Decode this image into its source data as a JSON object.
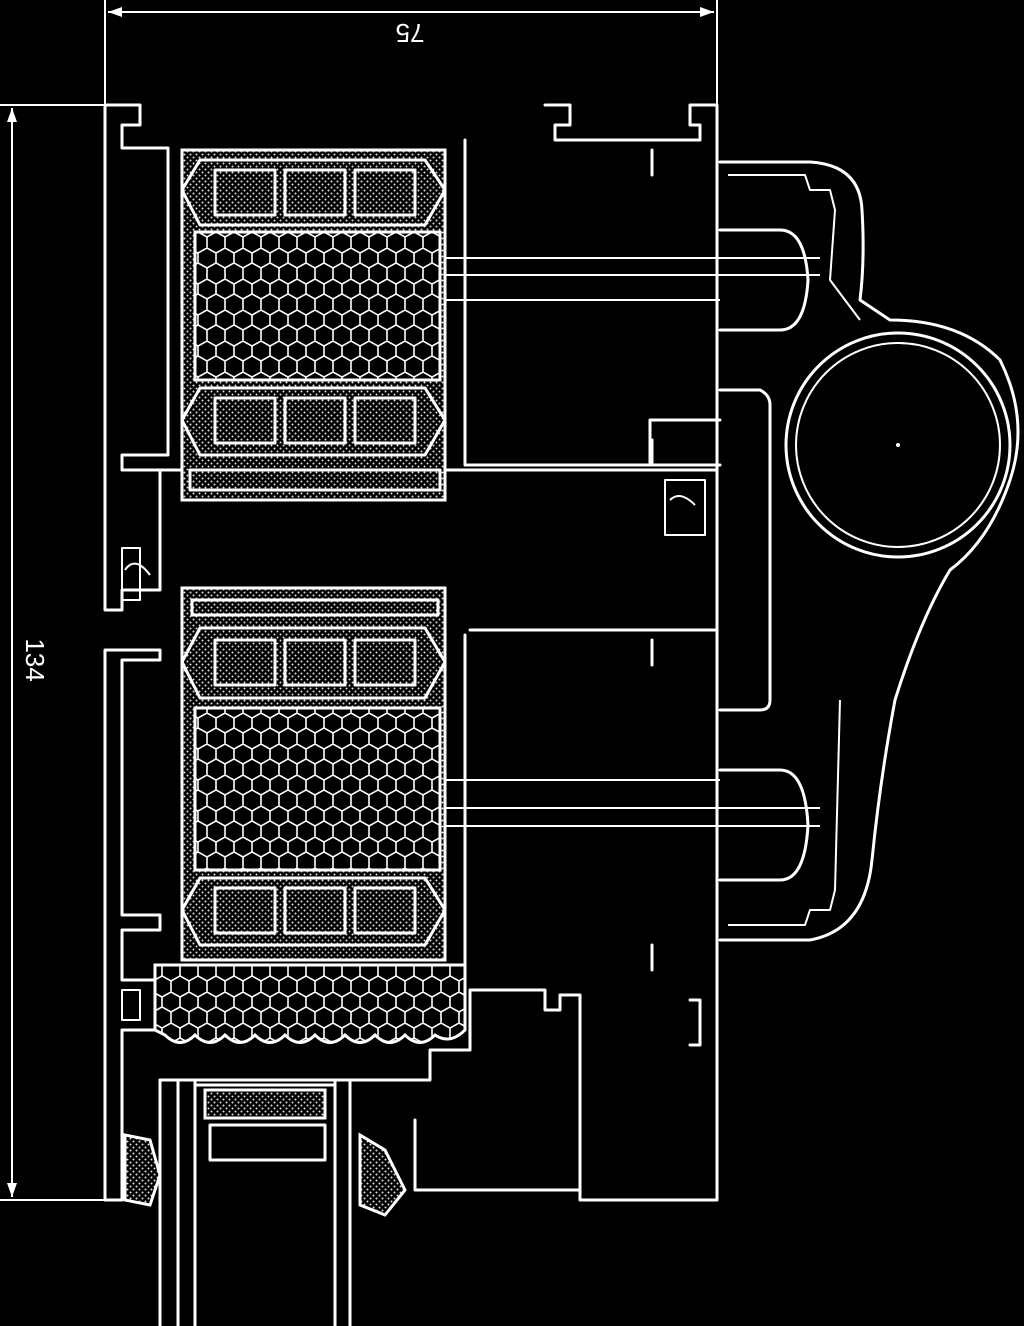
{
  "diagram": {
    "background": "#000000",
    "line_color": "#ffffff",
    "dimensions": [
      {
        "id": "width",
        "label": "75"
      },
      {
        "id": "height",
        "label": "134"
      }
    ]
  }
}
